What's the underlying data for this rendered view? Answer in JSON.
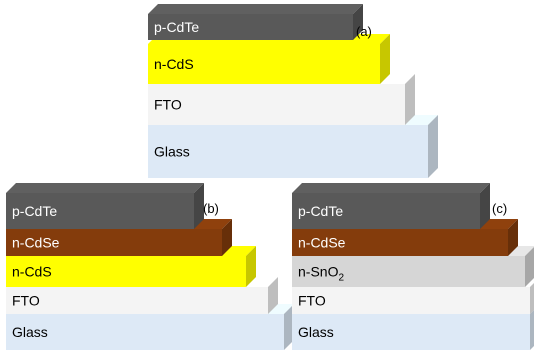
{
  "diagrams": [
    {
      "label": "(a)",
      "layers": [
        {
          "name": "p-CdTe",
          "color": "#595959",
          "text_color": "#ffffff"
        },
        {
          "name": "n-CdS",
          "color": "#ffff00",
          "text_color": "#000000"
        },
        {
          "name": "FTO",
          "color": "#f4f4f4",
          "text_color": "#000000"
        },
        {
          "name": "Glass",
          "color": "#dde9f6",
          "text_color": "#000000"
        }
      ]
    },
    {
      "label": "(b)",
      "layers": [
        {
          "name": "p-CdTe",
          "color": "#595959",
          "text_color": "#ffffff"
        },
        {
          "name": "n-CdSe",
          "color": "#843c0c",
          "text_color": "#ffffff"
        },
        {
          "name": "n-CdS",
          "color": "#ffff00",
          "text_color": "#000000"
        },
        {
          "name": "FTO",
          "color": "#f4f4f4",
          "text_color": "#000000"
        },
        {
          "name": "Glass",
          "color": "#dde9f6",
          "text_color": "#000000"
        }
      ]
    },
    {
      "label": "(c)",
      "layers": [
        {
          "name": "p-CdTe",
          "color": "#595959",
          "text_color": "#ffffff"
        },
        {
          "name": "n-CdSe",
          "color": "#843c0c",
          "text_color": "#ffffff"
        },
        {
          "name": "n-SnO",
          "subscript": "2",
          "color": "#d6d6d6",
          "text_color": "#000000"
        },
        {
          "name": "FTO",
          "color": "#f4f4f4",
          "text_color": "#000000"
        },
        {
          "name": "Glass",
          "color": "#dde9f6",
          "text_color": "#000000"
        }
      ]
    }
  ]
}
